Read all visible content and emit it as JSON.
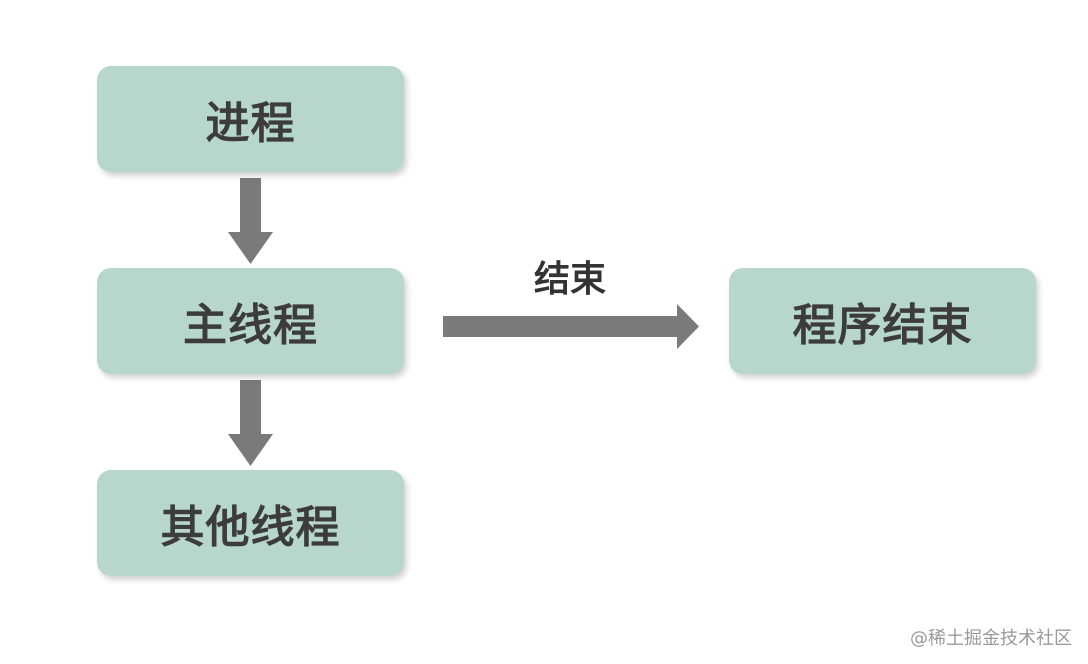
{
  "diagram": {
    "nodes": {
      "process": "进程",
      "main_thread": "主线程",
      "other_threads": "其他线程",
      "program_end": "程序结束"
    },
    "edges": {
      "main_to_end_label": "结束"
    },
    "colors": {
      "node_fill": "#b7d7cc",
      "arrow": "#7a7a7a",
      "text": "#3c3c3c"
    }
  },
  "watermark": "@稀土掘金技术社区"
}
